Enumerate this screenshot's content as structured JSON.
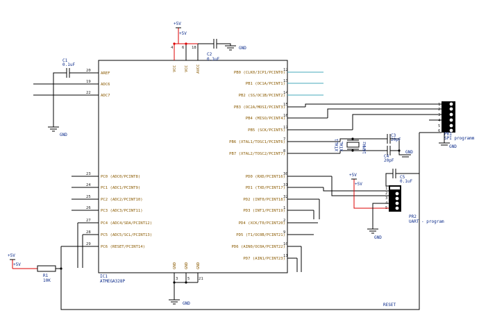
{
  "ic": {
    "name": "IC1",
    "value": "ATMEGA328P",
    "left_pins": [
      {
        "num": "20",
        "label": "AREF"
      },
      {
        "num": "19",
        "label": "ADC6"
      },
      {
        "num": "22",
        "label": "ADC7"
      },
      {
        "num": "23",
        "label": "PC0 (ADC0/PCINT8)"
      },
      {
        "num": "24",
        "label": "PC1 (ADC1/PCINT9)"
      },
      {
        "num": "25",
        "label": "PC2 (ADC2/PCINT10)"
      },
      {
        "num": "26",
        "label": "PC3 (ADC3/PCINT11)"
      },
      {
        "num": "27",
        "label": "PC4 (ADC4/SDA/PCINT12)"
      },
      {
        "num": "28",
        "label": "PC5 (ADC5/SCL/PCINT13)"
      },
      {
        "num": "29",
        "label": "PC6 (RESET/PCINT14)"
      }
    ],
    "right_pins": [
      {
        "num": "12",
        "label": "PB0 (CLK0/ICP1/PCINT0)"
      },
      {
        "num": "13",
        "label": "PB1 (OC1A/PCINT1)"
      },
      {
        "num": "14",
        "label": "PB2 (SS/OC1B/PCINT2)"
      },
      {
        "num": "15",
        "label": "PB3 (OC2A/MOSI/PCINT3)"
      },
      {
        "num": "16",
        "label": "PB4 (MISO/PCINT4)"
      },
      {
        "num": "17",
        "label": "PB5 (SCK/PCINT5)"
      },
      {
        "num": "7",
        "label": "PB6 (XTAL1/TOSC1/PCINT6)"
      },
      {
        "num": "8",
        "label": "PB7 (XTAL2/TOSC2/PCINT7)"
      },
      {
        "num": "30",
        "label": "PD0 (RXD/PCINT16)"
      },
      {
        "num": "31",
        "label": "PD1 (TXD/PCINT17)"
      },
      {
        "num": "32",
        "label": "PD2 (INT0/PCINT18)"
      },
      {
        "num": "1",
        "label": "PD3 (INT1/PCINT19)"
      },
      {
        "num": "2",
        "label": "PD4 (XCK/T0/PCINT20)"
      },
      {
        "num": "9",
        "label": "PD5 (T1/OC0B/PCINT21)"
      },
      {
        "num": "10",
        "label": "PD6 (AIN0/OC0A/PCINT22)"
      },
      {
        "num": "11",
        "label": "PD7 (AIN1/PCINT23)"
      }
    ],
    "top_pins": [
      {
        "num": "4",
        "label": "VCC"
      },
      {
        "num": "6",
        "label": "VCC"
      },
      {
        "num": "18",
        "label": "AVCC"
      }
    ],
    "bottom_pins": [
      {
        "num": "3",
        "label": "GND"
      },
      {
        "num": "5",
        "label": "GND"
      },
      {
        "num": "21",
        "label": "GND"
      }
    ]
  },
  "parts": {
    "c1_name": "C1",
    "c1_value": "0.1uF",
    "c2_name": "C2",
    "c2_value": "0.1uF",
    "c3_name": "C3",
    "c3_value": "20pF",
    "c4_name": "C4",
    "c4_value": "20pF",
    "c5_name": "C5",
    "c5_value": "0.1uF",
    "r1_name": "R1",
    "r1_value": "10K",
    "xtal_name": "XTAL1",
    "xtal_part": "XTAL",
    "xtal_value": "16MHz",
    "pr1_name": "PR1",
    "pr1_value": "SPI programm",
    "pr2_name": "PR2",
    "pr2_value": "UART - program",
    "pr1_pins": [
      "1",
      "2",
      "3",
      "4",
      "5",
      "6"
    ],
    "pr2_pins": [
      "1",
      "2",
      "3",
      "4",
      "5"
    ]
  },
  "nets": {
    "vcc_label": "+5V",
    "gnd_label": "GND",
    "reset_label": "RESET"
  },
  "colors": {
    "wire": "#000000",
    "power_wire": "#dd0000",
    "unused_wire": "#44aabb",
    "label_text": "#0a2a8a",
    "pin_text": "#8a5a00"
  }
}
